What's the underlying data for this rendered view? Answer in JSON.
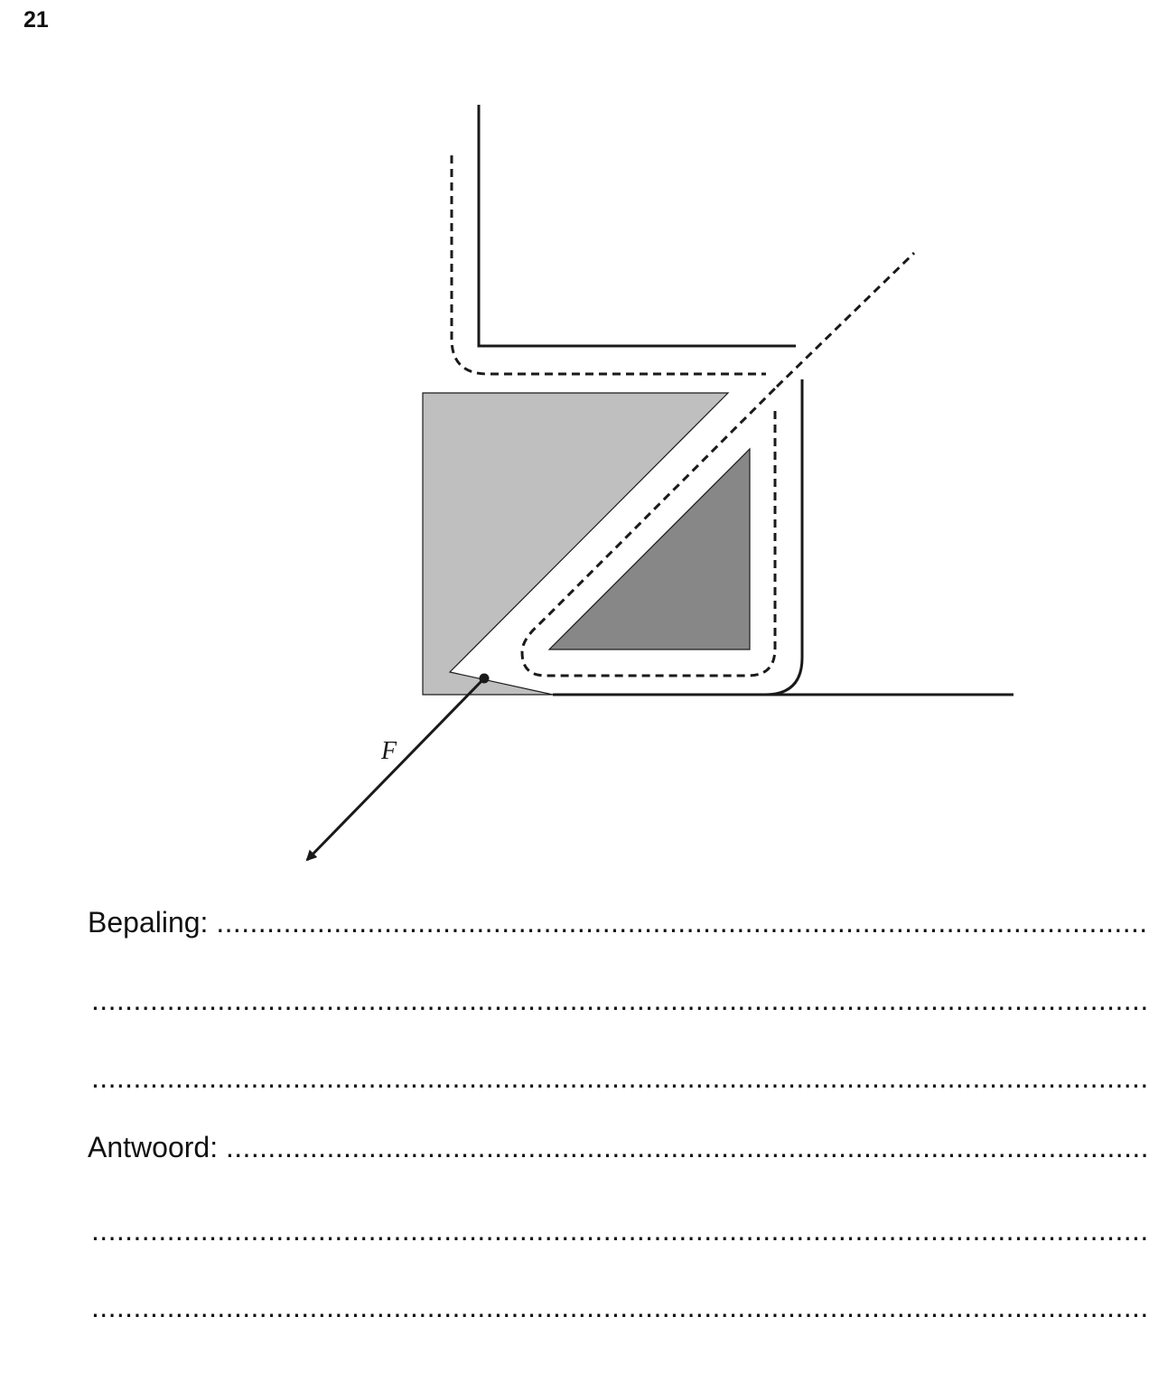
{
  "page": {
    "number": "21"
  },
  "figure": {
    "force_label": "F",
    "colors": {
      "light_gray": "#bfbfbf",
      "dark_gray": "#878787",
      "line": "#1a1a1a"
    }
  },
  "answers": {
    "bepaling_label": "Bepaling:",
    "antwoord_label": "Antwoord:"
  }
}
